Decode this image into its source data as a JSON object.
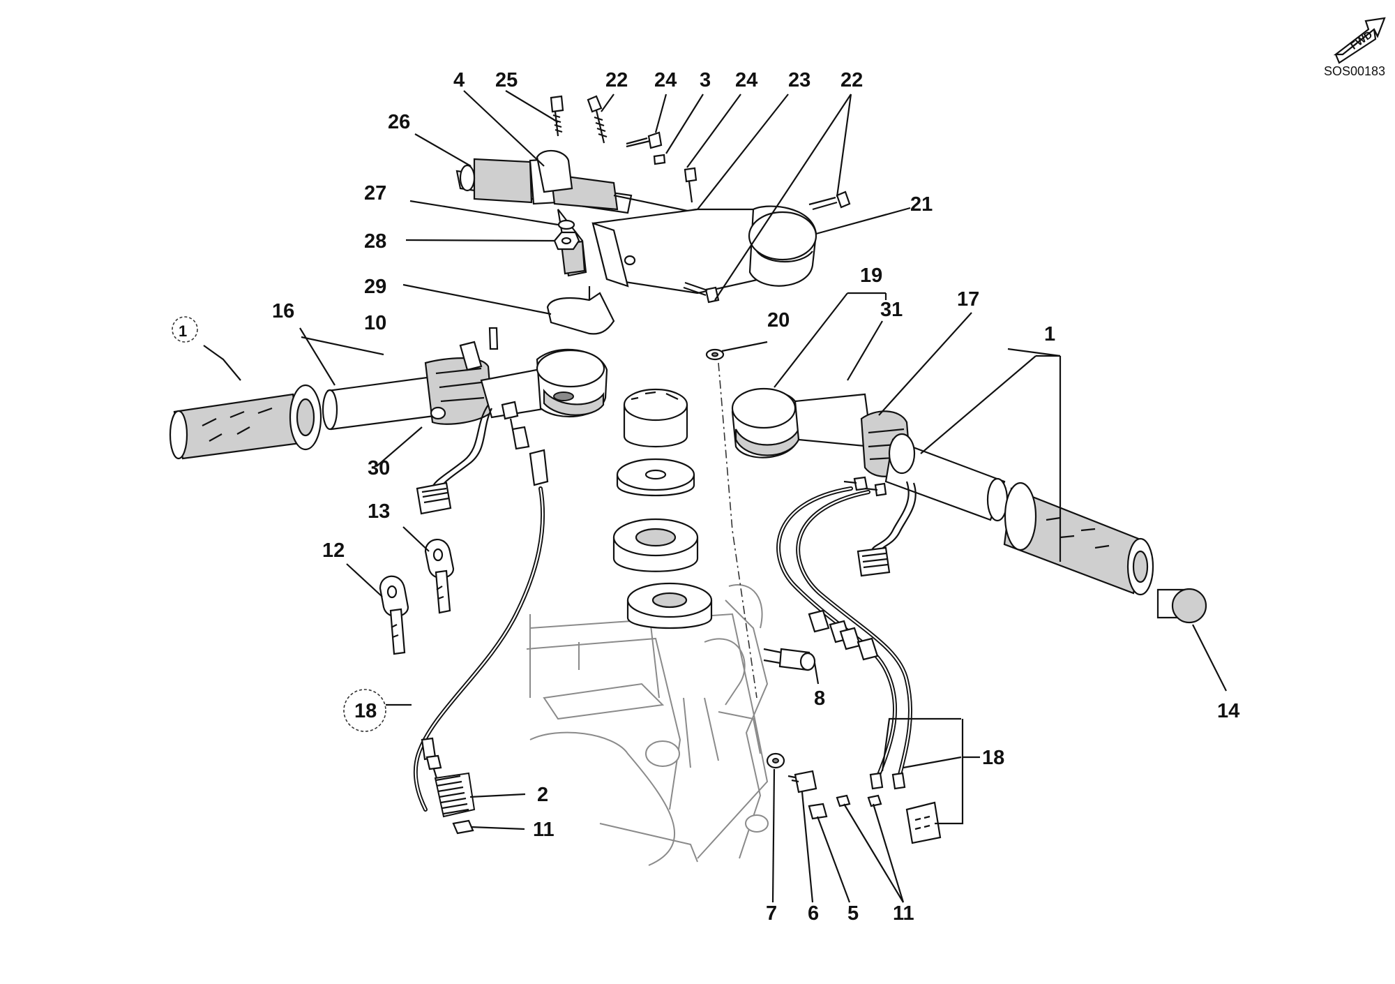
{
  "diagram": {
    "code": "SOS00183",
    "direction_icon": "FWD",
    "callouts": [
      {
        "id": "c4",
        "text": "4"
      },
      {
        "id": "c25",
        "text": "25"
      },
      {
        "id": "c22a",
        "text": "22"
      },
      {
        "id": "c24a",
        "text": "24"
      },
      {
        "id": "c3",
        "text": "3"
      },
      {
        "id": "c24b",
        "text": "24"
      },
      {
        "id": "c23",
        "text": "23"
      },
      {
        "id": "c22b",
        "text": "22"
      },
      {
        "id": "c26",
        "text": "26"
      },
      {
        "id": "c21",
        "text": "21"
      },
      {
        "id": "c27",
        "text": "27"
      },
      {
        "id": "c28",
        "text": "28"
      },
      {
        "id": "c29",
        "text": "29"
      },
      {
        "id": "c19",
        "text": "19"
      },
      {
        "id": "c31",
        "text": "31"
      },
      {
        "id": "c17",
        "text": "17"
      },
      {
        "id": "c20",
        "text": "20"
      },
      {
        "id": "c1circ",
        "text": "1"
      },
      {
        "id": "c16",
        "text": "16"
      },
      {
        "id": "c10",
        "text": "10"
      },
      {
        "id": "c1",
        "text": "1"
      },
      {
        "id": "c30",
        "text": "30"
      },
      {
        "id": "c13",
        "text": "13"
      },
      {
        "id": "c12",
        "text": "12"
      },
      {
        "id": "c8",
        "text": "8"
      },
      {
        "id": "c14",
        "text": "14"
      },
      {
        "id": "c18circ",
        "text": "18"
      },
      {
        "id": "c18",
        "text": "18"
      },
      {
        "id": "c2",
        "text": "2"
      },
      {
        "id": "c11a",
        "text": "11"
      },
      {
        "id": "c7",
        "text": "7"
      },
      {
        "id": "c6",
        "text": "6"
      },
      {
        "id": "c5",
        "text": "5"
      },
      {
        "id": "c11b",
        "text": "11"
      }
    ]
  }
}
